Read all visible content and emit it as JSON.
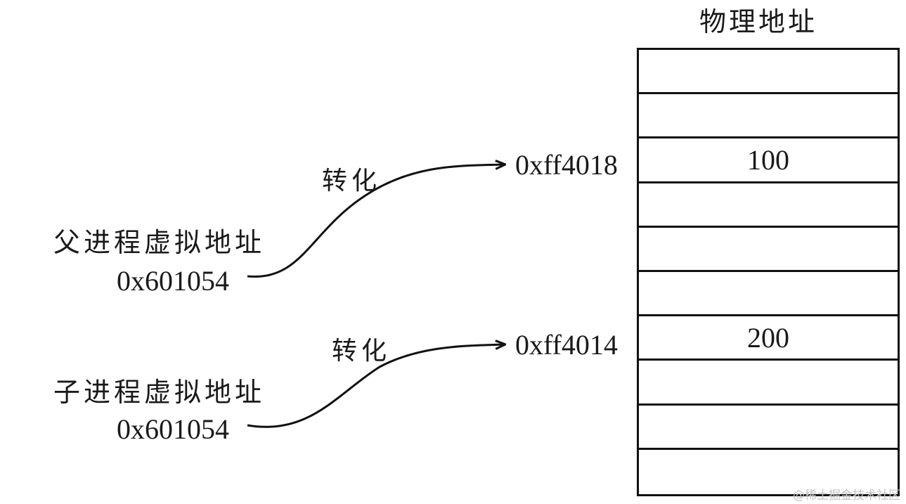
{
  "title": "物理地址",
  "parent": {
    "label": "父进程虚拟地址",
    "virtual_address": "0x601054",
    "convert_label": "转化",
    "physical_address": "0xff4018"
  },
  "child": {
    "label": "子进程虚拟地址",
    "virtual_address": "0x601054",
    "convert_label": "转化",
    "physical_address": "0xff4014"
  },
  "memory_cells": [
    "",
    "",
    "100",
    "",
    "",
    "",
    "200",
    "",
    "",
    ""
  ],
  "watermark": "@稀土掘金技术社区"
}
